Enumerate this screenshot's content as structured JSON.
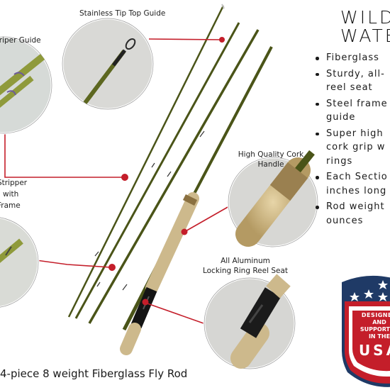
{
  "callouts": {
    "tip_top": "Stainless Tip Top Guide",
    "stripper": "Striper Guide",
    "cork_line1": "High Quality Cork",
    "cork_line2": "Handle",
    "stripper_frame_line1": "Stripper",
    "stripper_frame_line2": "with",
    "stripper_frame_line3": "Frame",
    "reel_seat_line1": "All Aluminum",
    "reel_seat_line2": "Locking Ring Reel Seat"
  },
  "brand": {
    "line1": "WILD",
    "line2": "WATER"
  },
  "features": [
    {
      "line1": "Fiberglass",
      "line2": ""
    },
    {
      "line1": "Sturdy, all-",
      "line2": "reel seat"
    },
    {
      "line1": "Steel frame",
      "line2": "guide"
    },
    {
      "line1": "Super high",
      "line2": "cork grip w",
      "line3": "rings"
    },
    {
      "line1": "Each Sectio",
      "line2": "inches long"
    },
    {
      "line1": "Rod weight",
      "line2": "ounces"
    }
  ],
  "badge": {
    "line1": "DESIGNED",
    "line2": "AND",
    "line3": "SUPPORTED",
    "line4": "IN THE",
    "country": "USA"
  },
  "caption": "4-piece 8 weight Fiberglass Fly Rod",
  "colors": {
    "rod": "#4a5418",
    "cork": "#cdb98c",
    "accent_red": "#c41e2a",
    "navy": "#1f3a66"
  }
}
